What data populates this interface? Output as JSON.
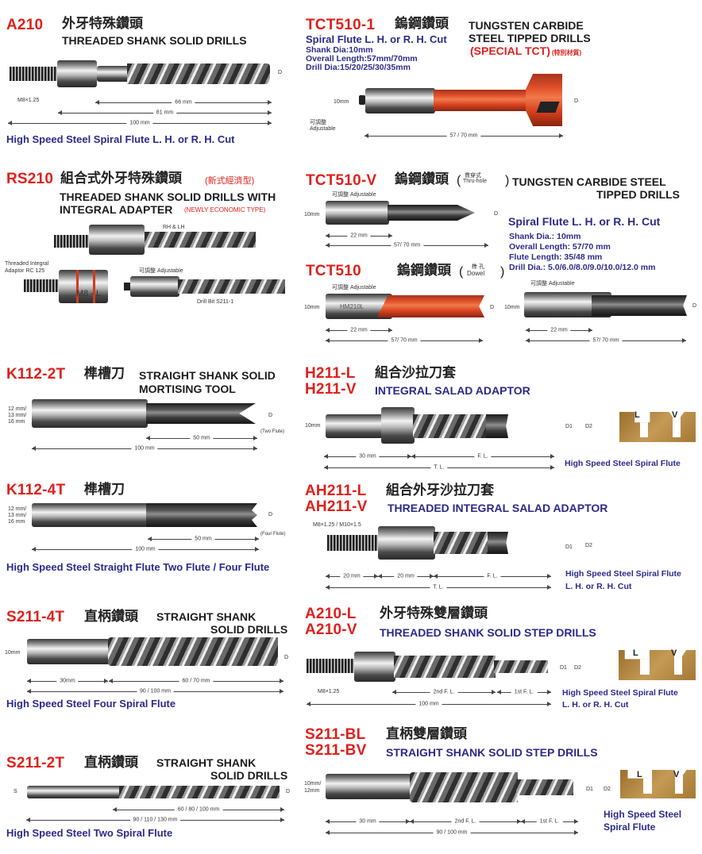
{
  "page": {
    "title": "Woodworking Drill Bits Catalog"
  },
  "products": {
    "a210": {
      "code": "A210",
      "name_zh": "外牙特殊鑽頭",
      "name_en": "THREADED SHANK SOLID DRILLS",
      "thread": "M8×1.25",
      "dims": [
        "66 mm",
        "81 mm",
        "100 mm"
      ],
      "dia_label": "D",
      "footer": "High Speed Steel Spiral Flute   L. H. or R. H. Cut"
    },
    "tct510_1": {
      "code": "TCT510-1",
      "name_zh": "鎢鋼鑽頭",
      "name_en_1": "TUNGSTEN CARBIDE",
      "name_en_2": "STEEL TIPPED DRILLS",
      "special": "(SPECIAL TCT)",
      "special_zh": "(特別材質)",
      "spec_title": "Spiral Flute  L. H. or R. H. Cut",
      "specs": [
        "Shank Dia:10mm",
        "Overall Length:57mm/70mm",
        "Drill Dia:15/20/25/30/35mm"
      ],
      "shank_label": "10mm",
      "adjust_zh": "可調整",
      "adjust_en": "Adjustable",
      "length": "57 / 70 mm",
      "dia_label": "D"
    },
    "rs210": {
      "code": "RS210",
      "name_zh": "組合式外牙特殊鑽頭",
      "type_zh": "(新式經濟型)",
      "name_en_1": "THREADED SHANK SOLID DRILLS WITH",
      "name_en_2": "INTEGRAL ADAPTER",
      "type_en": "(NEWLY ECONOMIC TYPE)",
      "rh_lh": "RH & LH",
      "adaptor_1": "Threaded Integral",
      "adaptor_2": "Adaptor RC 125",
      "adjust_zh": "可調整",
      "adjust_en": "Adjustable",
      "adaptor_mark": "M8 - L",
      "bit_label": "Drill Bit S211-1"
    },
    "tct510_v": {
      "code": "TCT510-V",
      "name_zh": "鎢鋼鑽頭",
      "type_zh": "貫穿式",
      "type_en": "Thru-hole",
      "name_en_1": "TUNGSTEN CARBIDE STEEL",
      "name_en_2": "TIPPED DRILLS",
      "adjust": "可調整  Adjustable",
      "shank_label": "10mm",
      "dims": [
        "22 mm",
        "57/ 70 mm"
      ],
      "dia_label": "D"
    },
    "tct_specs": {
      "title": "Spiral Flute L. H. or R. H. Cut",
      "lines": [
        "Shank Dia.: 10mm",
        "Overall Length: 57/70 mm",
        "Flute Length: 35/48 mm",
        "Drill Dia.: 5.0/6.0/8.0/9.0/10.0/12.0 mm"
      ]
    },
    "tct510": {
      "code": "TCT510",
      "name_zh": "鎢鋼鑽頭",
      "type_zh": "榫 孔",
      "type_en": "Dowel",
      "adjust": "可調整  Adjustable",
      "shank_label": "10mm",
      "brand_mark": "HM210L",
      "dims": [
        "22 mm",
        "57/ 70 mm"
      ],
      "dia_label": "D"
    },
    "k112_2t": {
      "code": "K112-2T",
      "name_zh": "榫槽刀",
      "name_en_1": "STRAIGHT SHANK SOLID",
      "name_en_2": "MORTISING TOOL",
      "shank_sizes": [
        "12 mm/",
        "13 mm/",
        "16 mm"
      ],
      "dims": [
        "50 mm",
        "100 mm"
      ],
      "dia_label": "D",
      "flute_note": "(Two Flute)"
    },
    "k112_4t": {
      "code": "K112-4T",
      "name_zh": "榫槽刀",
      "shank_sizes": [
        "12 mm/",
        "13 mm/",
        "16 mm"
      ],
      "dims": [
        "50 mm",
        "100 mm"
      ],
      "dia_label": "D",
      "flute_note": "(Four Flute)",
      "footer": "High Speed Steel Straight Flute   Two Flute / Four Flute"
    },
    "h211": {
      "code_1": "H211-L",
      "code_2": "H211-V",
      "name_zh": "組合沙拉刀套",
      "name_en": "INTEGRAL SALAD ADAPTOR",
      "shank_label": "10mm",
      "dims": [
        "30 mm",
        "F. L.",
        "T. L."
      ],
      "d1": "D1",
      "d2": "D2",
      "profile_l": "L",
      "profile_v": "V",
      "footer": "High Speed Steel Spiral Flute"
    },
    "ah211": {
      "code_1": "AH211-L",
      "code_2": "AH211-V",
      "name_zh": "組合外牙沙拉刀套",
      "name_en": "THREADED INTEGRAL SALAD ADAPTOR",
      "thread": "M8×1.25 / M10×1.5",
      "dims": [
        "20 mm",
        "20 mm",
        "F. L.",
        "T. L."
      ],
      "d1": "D1",
      "d2": "D2",
      "footer_1": "High Speed Steel Spiral Flute",
      "footer_2": "L. H. or R. H. Cut"
    },
    "s211_4t": {
      "code": "S211-4T",
      "name_zh": "直柄鑽頭",
      "name_en_1": "STRAIGHT SHANK",
      "name_en_2": "SOLID DRILLS",
      "shank_label": "10mm",
      "dims": [
        "30mm",
        "60 / 70 mm",
        "90 / 100 mm"
      ],
      "dia_label": "D",
      "footer": "High Speed Steel  Four Spiral Flute"
    },
    "a210_lv": {
      "code_1": "A210-L",
      "code_2": "A210-V",
      "name_zh": "外牙特殊雙層鑽頭",
      "name_en": "THREADED SHANK SOLID STEP DRILLS",
      "thread": "M8×1.25",
      "dims": [
        "2nd F. L.",
        "1st F. L.",
        "100 mm"
      ],
      "d1": "D1",
      "d2": "D2",
      "profile_l": "L",
      "profile_v": "V",
      "footer_1": "High Speed Steel Spiral Flute",
      "footer_2": "L. H. or R. H. Cut"
    },
    "s211_2t": {
      "code": "S211-2T",
      "name_zh": "直柄鑽頭",
      "name_en_1": "STRAIGHT SHANK",
      "name_en_2": "SOLID DRILLS",
      "shank_label": "S",
      "dims": [
        "60 / 80 / 100 mm",
        "90 / 110 / 130 mm"
      ],
      "dia_label": "D",
      "footer": "High Speed Steel  Two Spiral Flute"
    },
    "s211_b": {
      "code_1": "S211-BL",
      "code_2": "S211-BV",
      "name_zh": "直柄雙層鑽頭",
      "name_en": "STRAIGHT SHANK SOLID STEP DRILLS",
      "shank_label_1": "10mm/",
      "shank_label_2": "12mm",
      "dims": [
        "30 mm",
        "2nd F. L.",
        "1st F. L.",
        "90 / 100 mm"
      ],
      "d1": "D1",
      "d2": "D2",
      "profile_l": "L",
      "profile_v": "V",
      "footer_1": "High Speed Steel",
      "footer_2": "Spiral Flute"
    }
  },
  "colors": {
    "code_red": "#e0201c",
    "spec_blue": "#2b2a8a",
    "tct_orange": "#e5552e",
    "wood": "#b08440"
  }
}
